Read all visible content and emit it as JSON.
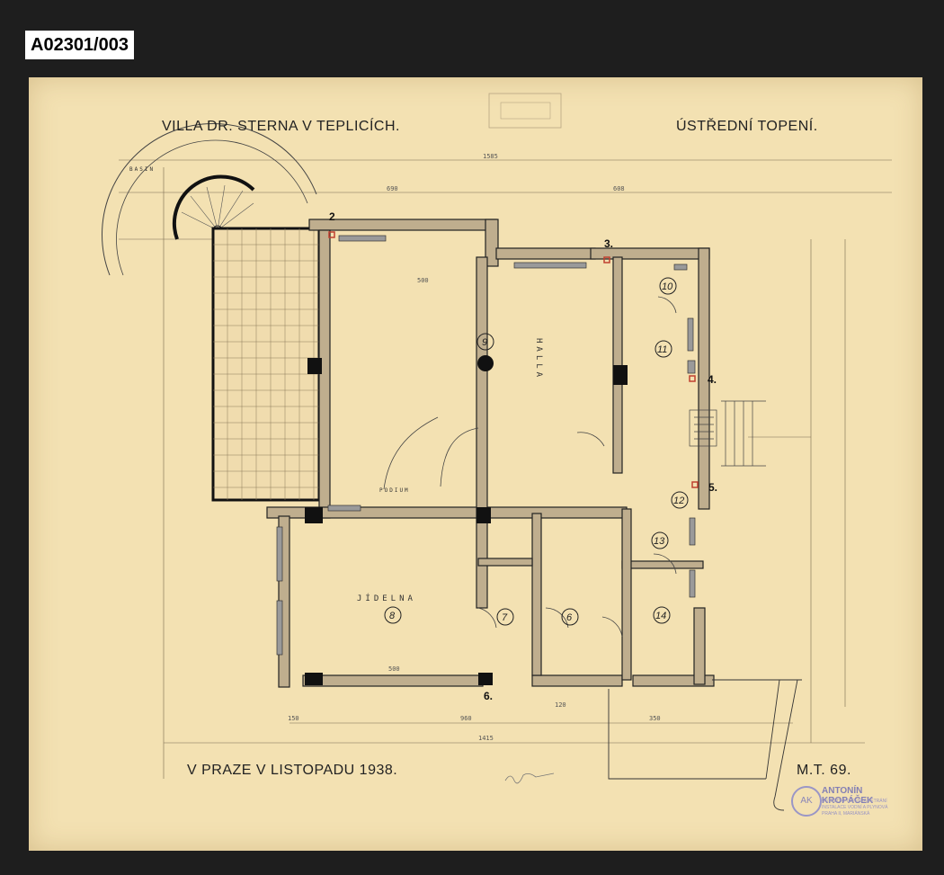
{
  "archive_label": "A02301/003",
  "drawing": {
    "title": "VILLA DR. STERNA V TEPLICÍCH.",
    "subtitle": "ÚSTŘEDNÍ TOPENÍ.",
    "place_date": "V PRAZE V LISTOPADU 1938.",
    "sheet_number": "M.T. 69."
  },
  "rooms": [
    {
      "number": "6",
      "name": ""
    },
    {
      "number": "7",
      "name": ""
    },
    {
      "number": "8",
      "name": "JÍDELNA"
    },
    {
      "number": "9",
      "name": "HALLA"
    },
    {
      "number": "10",
      "name": ""
    },
    {
      "number": "11",
      "name": ""
    },
    {
      "number": "12",
      "name": ""
    },
    {
      "number": "13",
      "name": ""
    },
    {
      "number": "14",
      "name": ""
    }
  ],
  "risers": [
    "2",
    "3.",
    "4.",
    "5.",
    "6."
  ],
  "labels": {
    "basin": "BASIN",
    "podium": "PODIUM"
  },
  "dimensions": {
    "total_width": "1415",
    "left_block": "960",
    "right_block": "350",
    "top_span": "1585",
    "top_left": "690",
    "top_right": "608",
    "left_room": "500",
    "dining_width": "500",
    "bottom_left": "150",
    "bottom_mid": "120"
  },
  "stamp": {
    "monogram": "AK",
    "name": "ANTONÍN KROPÁČEK",
    "lines": [
      "ÚSTŘEDNÍ TOPENÍ A VĚTRÁNÍ",
      "INSTALACE VODNÍ A PLYNOVÁ",
      "PRAHA II, MARIÁNSKÁ"
    ]
  },
  "colors": {
    "paper": "#f3e1b2",
    "frame": "#1e1e1e",
    "ink": "#222222",
    "stamp": "#8a86b8",
    "radiator": "#c04030"
  }
}
